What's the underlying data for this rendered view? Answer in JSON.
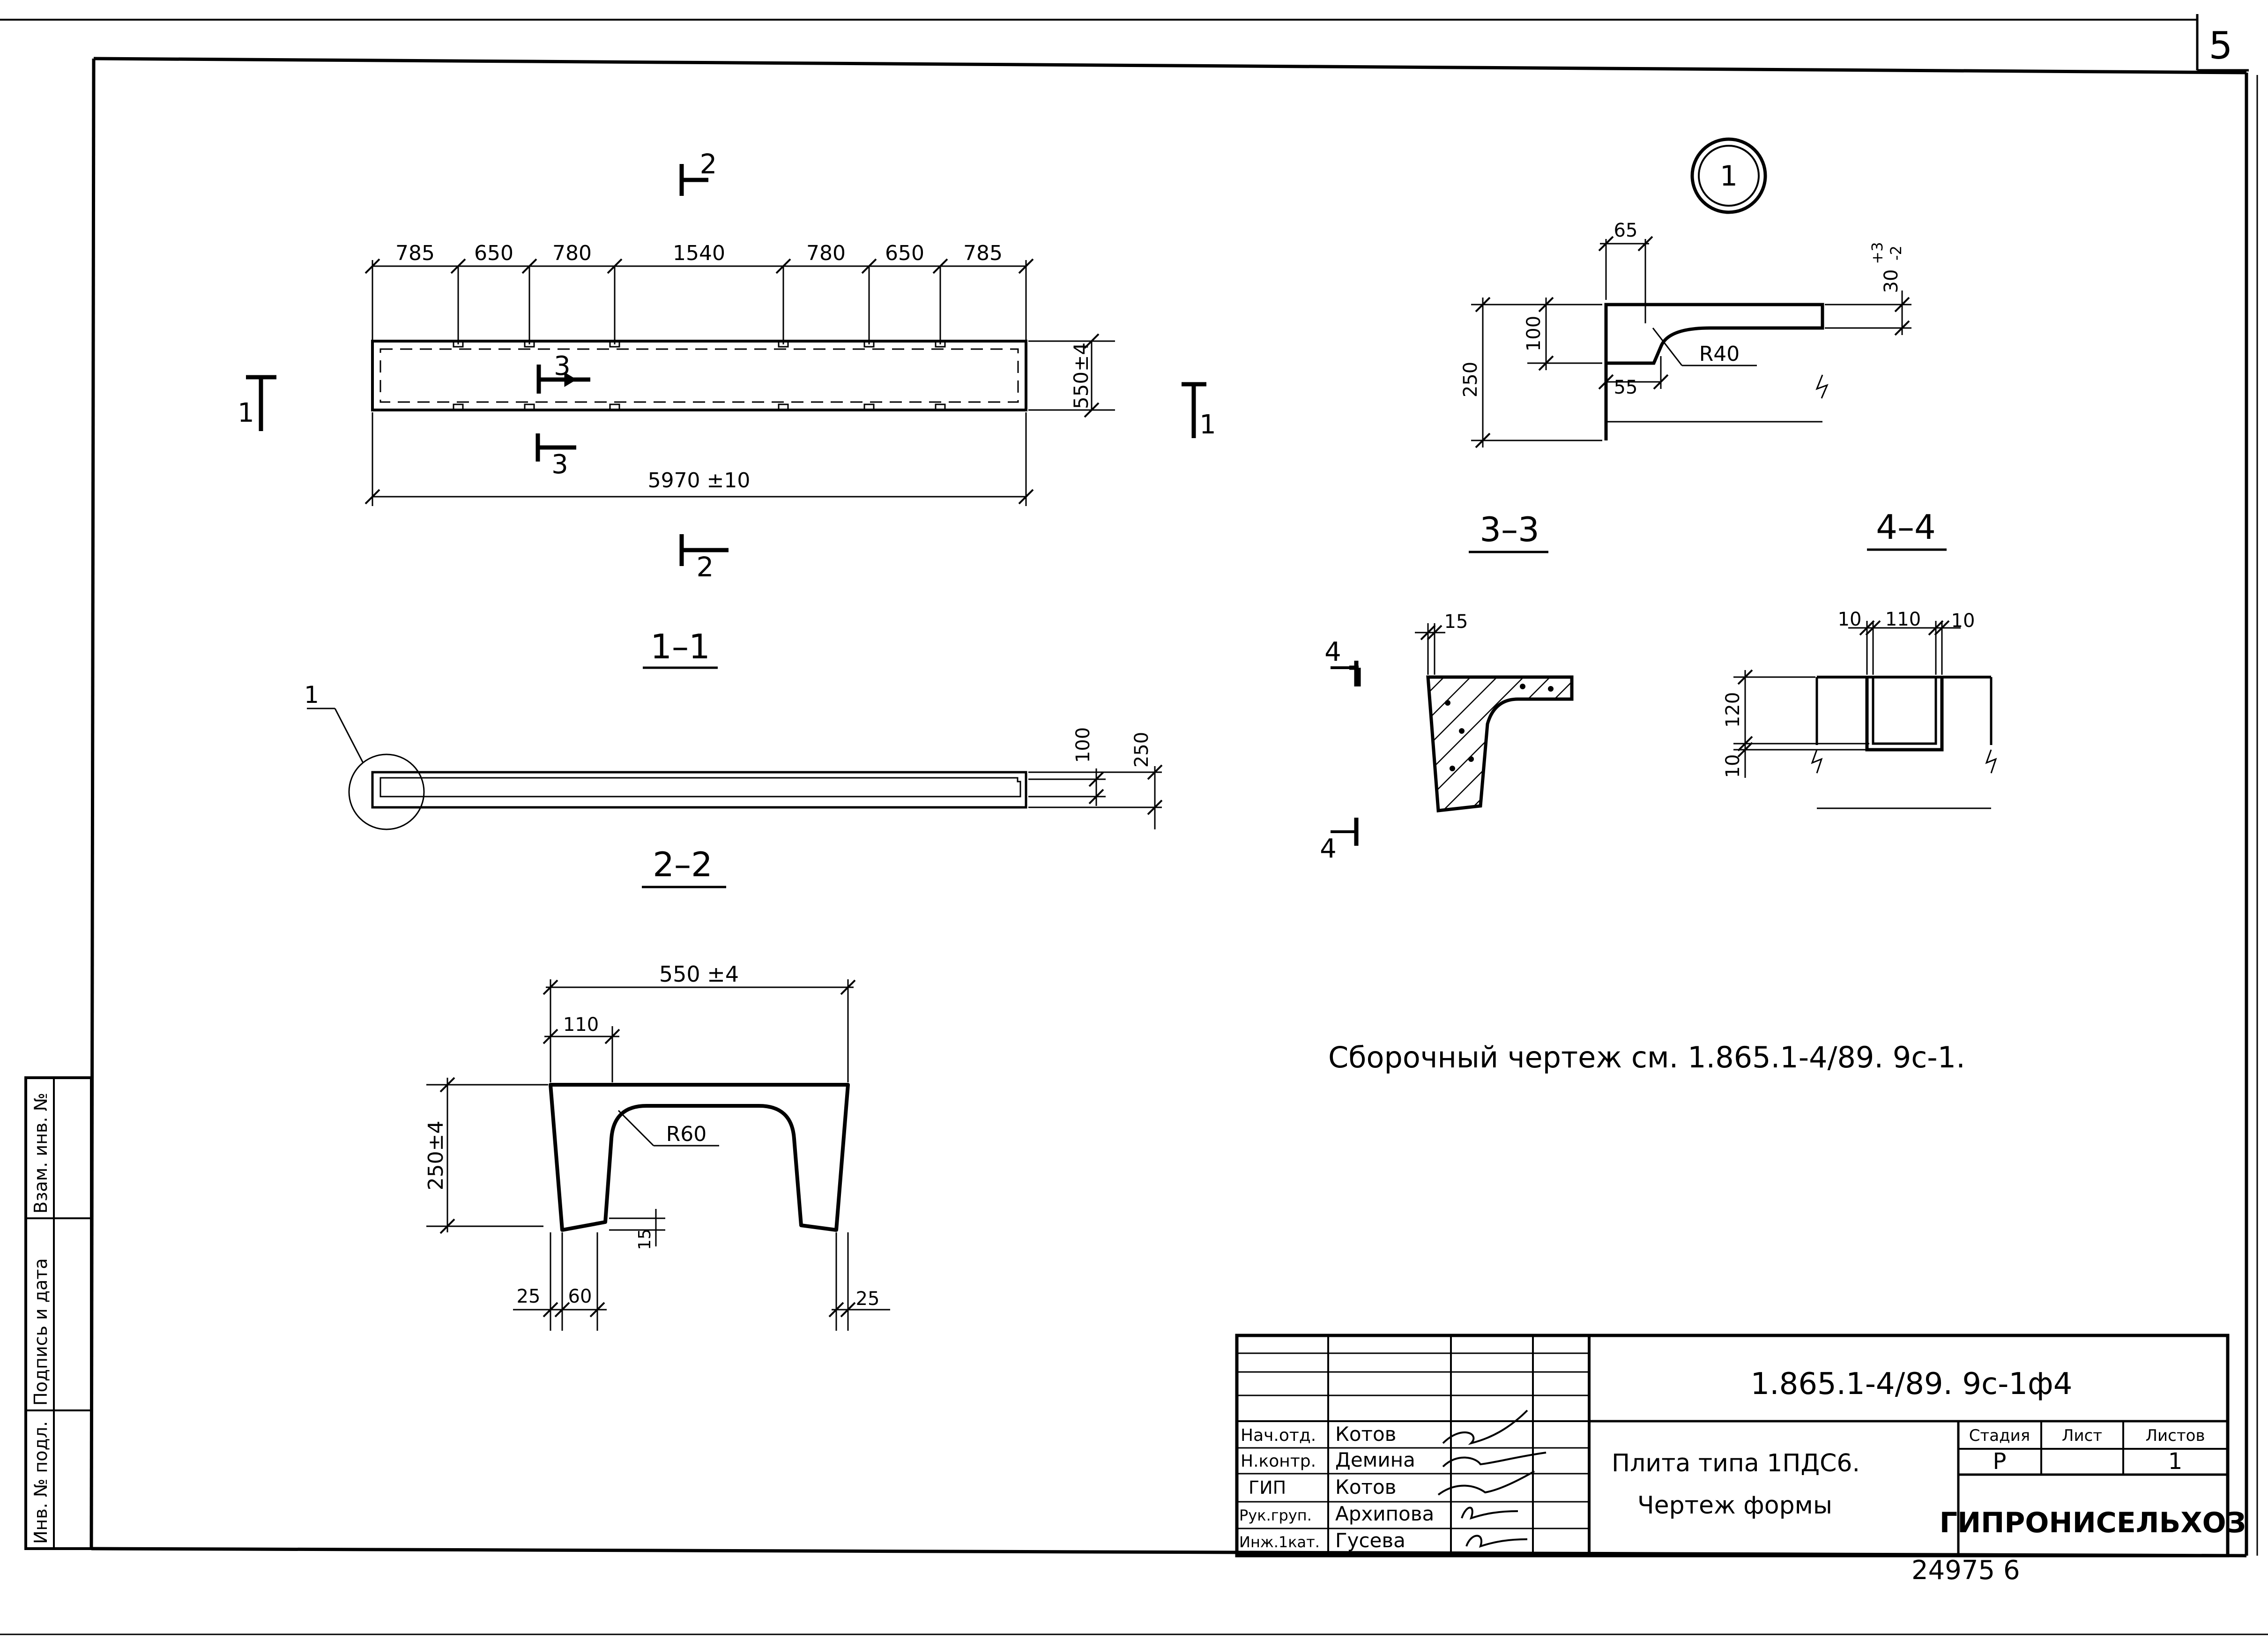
{
  "sheet": {
    "page_number": "5",
    "note": "Сборочный чертеж см. 1.865.1-4/89. 9с-1.",
    "doc_code": "1.865.1-4/89. 9с-1ф4",
    "title_line1": "Плита типа 1ПДС6.",
    "title_line2": "Чертеж формы",
    "organization": "ГИПРОНИСЕЛЬХОЗ",
    "stamp_number": "24975 6"
  },
  "plan_view": {
    "spans": [
      "785",
      "650",
      "780",
      "1540",
      "780",
      "650",
      "785"
    ],
    "overall_length": "5970 ±10",
    "width": "550±4",
    "section_marks": {
      "cut1_left": "1",
      "cut1_right": "1",
      "cut2_top": "2",
      "cut2_bottom": "2",
      "cut3_top": "3",
      "cut3_bottom": "3"
    }
  },
  "section_1_1": {
    "title": "1–1",
    "callout": "1",
    "dim_100": "100",
    "dim_250": "250"
  },
  "section_2_2": {
    "title": "2–2",
    "width": "550 ±4",
    "rib_top": "110",
    "height": "250±4",
    "radius": "R60",
    "dim_15": "15",
    "dim_25_left": "25",
    "dim_60": "60",
    "dim_25_right": "25"
  },
  "detail_1": {
    "label": "1",
    "dim_65": "65",
    "dim_30": "30",
    "dim_30_tol_upper": "+3",
    "dim_30_tol_lower": "-2",
    "dim_100": "100",
    "dim_250": "250",
    "radius": "R40",
    "dim_55": "55"
  },
  "section_3_3": {
    "title": "3–3",
    "dim_15": "15",
    "mark_top": "4",
    "mark_bottom": "4"
  },
  "section_4_4": {
    "title": "4–4",
    "dim_10a": "10",
    "dim_110": "110",
    "dim_10b": "10",
    "dim_120": "120",
    "dim_10c": "10"
  },
  "binding_strip": {
    "label1": "Взам. инв. №",
    "label2": "Подпись и дата",
    "label3": "Инв. № подл."
  },
  "title_block": {
    "roles": [
      "Нач.отд.",
      "Н.контр.",
      "ГИП",
      "Рук.груп.",
      "Инж.1кат."
    ],
    "names": [
      "Котов",
      "Демина",
      "Котов",
      "Архипова",
      "Гусева"
    ],
    "stage_header": "Стадия",
    "sheet_header": "Лист",
    "sheets_header": "Листов",
    "stage": "Р",
    "sheet_no": "",
    "sheets_total": "1"
  }
}
